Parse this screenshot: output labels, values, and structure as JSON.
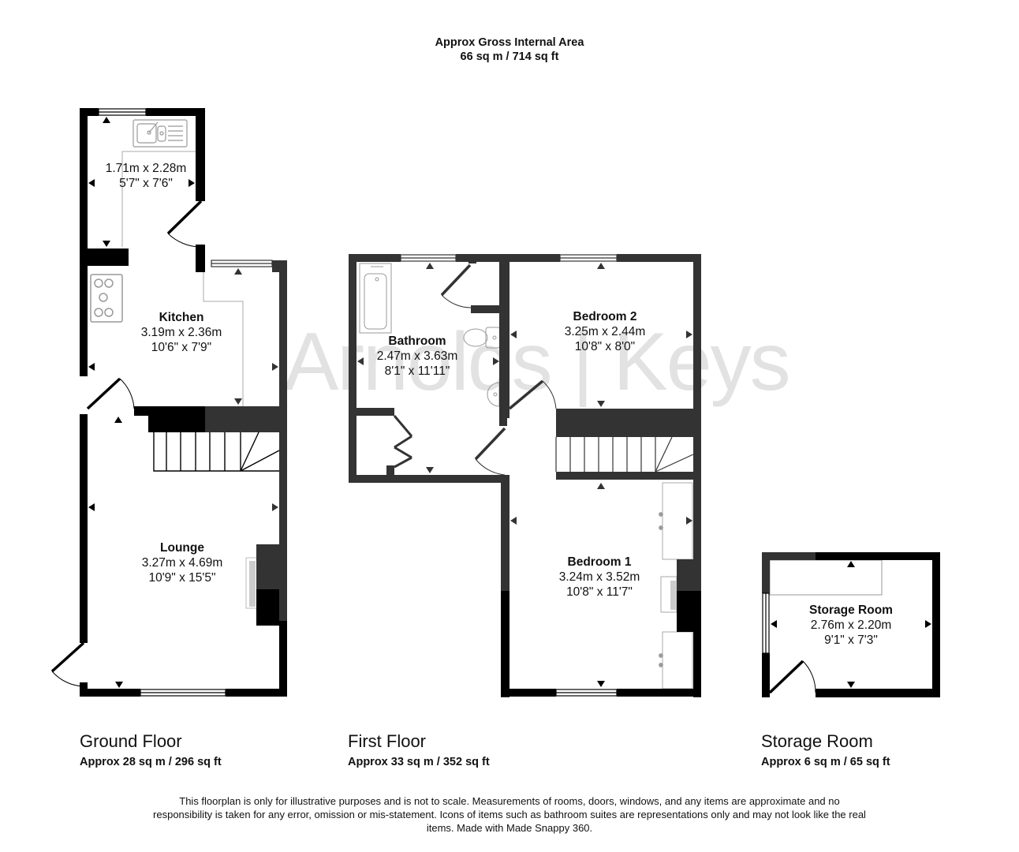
{
  "header": {
    "title": "Approx Gross Internal Area",
    "total_area": "66 sq m / 714 sq ft"
  },
  "watermark": "Arnolds | Keys",
  "floors": [
    {
      "title": "Ground Floor",
      "area": "Approx 28 sq m / 296 sq ft",
      "rooms": [
        {
          "name": "",
          "metric": "1.71m x 2.28m",
          "imperial": "5'7\" x 7'6\""
        },
        {
          "name": "Kitchen",
          "metric": "3.19m x 2.36m",
          "imperial": "10'6\" x 7'9\""
        },
        {
          "name": "Lounge",
          "metric": "3.27m x 4.69m",
          "imperial": "10'9\" x 15'5\""
        }
      ]
    },
    {
      "title": "First Floor",
      "area": "Approx 33 sq m / 352 sq ft",
      "rooms": [
        {
          "name": "Bathroom",
          "metric": "2.47m x 3.63m",
          "imperial": "8'1\" x 11'11\""
        },
        {
          "name": "Bedroom 2",
          "metric": "3.25m x 2.44m",
          "imperial": "10'8\" x 8'0\""
        },
        {
          "name": "Bedroom 1",
          "metric": "3.24m x 3.52m",
          "imperial": "10'8\" x 11'7\""
        }
      ]
    },
    {
      "title": "Storage Room",
      "area": "Approx 6 sq m / 65 sq ft",
      "rooms": [
        {
          "name": "Storage Room",
          "metric": "2.76m x 2.20m",
          "imperial": "9'1\" x 7'3\""
        }
      ]
    }
  ],
  "disclaimer": "This floorplan is only for illustrative purposes and is not to scale. Measurements of rooms, doors, windows, and any items are approximate and no responsibility is taken for any error, omission or mis-statement. Icons of items such as bathroom suites are representations only and may not look like the real items. Made with Made Snappy 360.",
  "colors": {
    "wall_black": "#000000",
    "wall_dark": "#333333",
    "fixture_gray": "#999999",
    "watermark": "#e2e2e2"
  }
}
